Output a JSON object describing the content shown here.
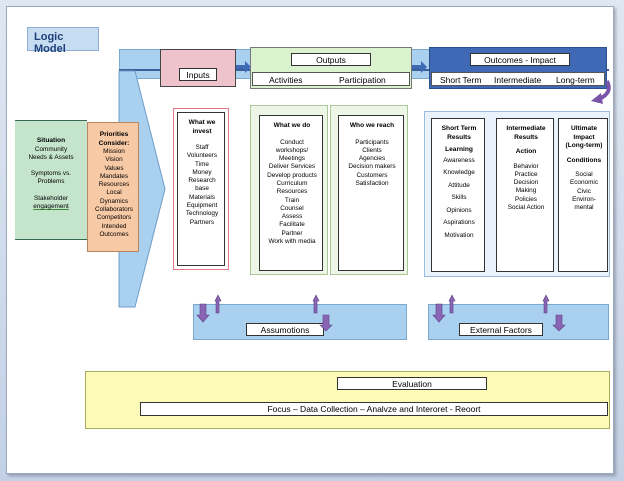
{
  "title": "Logic Model",
  "headers": {
    "inputs": "Inputs",
    "outputs": "Outputs",
    "outputs_sub": [
      "Activities",
      "Participation"
    ],
    "outcomes": "Outcomes - Impact",
    "outcomes_sub": [
      "Short Term",
      "Intermediate",
      "Long-term"
    ]
  },
  "situation": {
    "title": "Situation",
    "lines": [
      "Community",
      "Needs & Assets",
      "",
      "Symptoms vs.",
      "Problems",
      "",
      "Stakeholder"
    ],
    "underlined": "engagement"
  },
  "priorities": {
    "title": "Priorities",
    "subtitle": "Consider:",
    "items": [
      "Mission",
      "Vision",
      "Values",
      "Mandates",
      "Resources",
      "Local",
      "Dynamics",
      "Collaborators",
      "Competitors",
      "Intended",
      "Outcomes"
    ]
  },
  "columns": {
    "invest": {
      "title_lines": [
        "What we",
        "invest"
      ],
      "items": [
        "Staff",
        "Volunteers",
        "Time",
        "Money",
        "Research",
        "base",
        "Materials",
        "Equipment",
        "Technology",
        "Partners"
      ]
    },
    "do": {
      "title_lines": [
        "What we do"
      ],
      "items": [
        "Conduct",
        "workshops/",
        "Meetings",
        "Deliver Services",
        "Develop products",
        "Curriculum",
        "Resources",
        "Train",
        "Counsel",
        "Assess",
        "Facilitate",
        "Partner",
        "Work with media"
      ]
    },
    "reach": {
      "title_lines": [
        "Who we reach"
      ],
      "items": [
        "Participants",
        "Clients",
        "Agencies",
        "Decision makers",
        "Customers",
        "Satisfaction"
      ]
    },
    "short": {
      "title_lines": [
        "Short Term",
        "Results"
      ],
      "heading": "Learning",
      "items": [
        "Awareness",
        "Knowledge",
        "Attitude",
        "Skills",
        "Opinions",
        "Aspirations",
        "Motivation"
      ]
    },
    "intermediate": {
      "title_lines": [
        "Intermediate",
        "Results"
      ],
      "heading": "Action",
      "items": [
        "Behavior",
        "Practice",
        "Decision",
        "Making",
        "Policies",
        "Social Action"
      ]
    },
    "ultimate": {
      "title_lines": [
        "Ultimate",
        "Impact",
        "(Long-term)"
      ],
      "heading": "Conditions",
      "items": [
        "Social",
        "Economic",
        "Civic",
        "Environ-",
        "mental"
      ]
    }
  },
  "assumptions": "Assumotions",
  "external": "External Factors",
  "evaluation": "Evaluation",
  "focus": "Focus – Data Collection – Analvze and Interoret - Reoort",
  "colors": {
    "band": "#a9d0ef",
    "inputs": "#efc3cb",
    "outputs": "#dbf2cf",
    "outcomes": "#3f68b5",
    "situation": "#c4e5cc",
    "priorities": "#f7c9a5",
    "evaluation": "#fbfbb7",
    "arrow": "#8a65b4"
  }
}
